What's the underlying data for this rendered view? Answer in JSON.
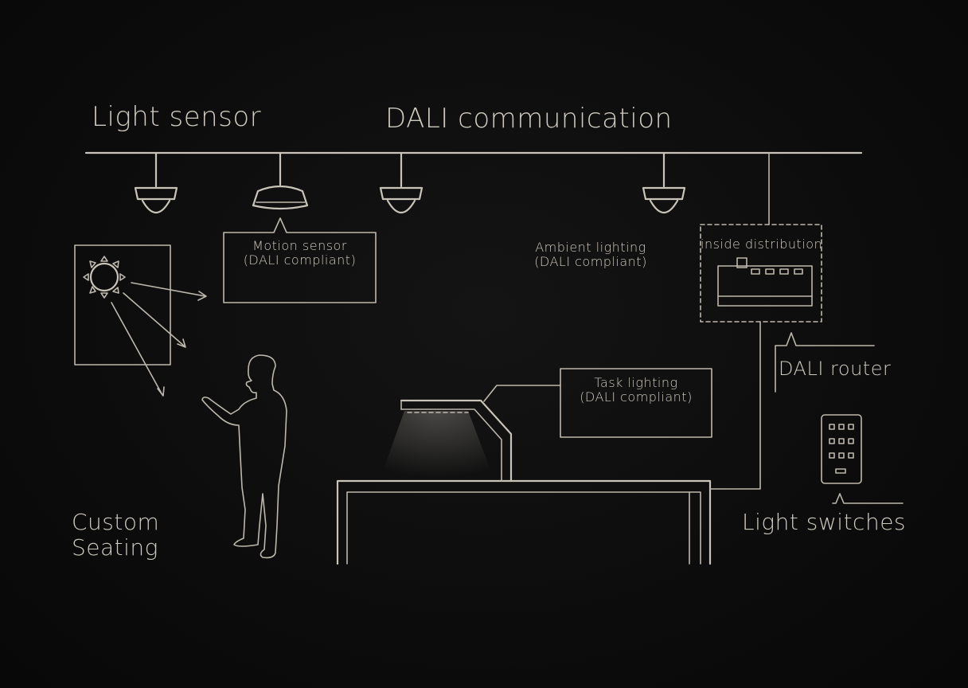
{
  "labels": {
    "light_sensor": "Light sensor",
    "dali_communication": "DALI communication",
    "motion_sensor": {
      "line1": "Motion sensor",
      "line2": "(DALI compliant)"
    },
    "ambient_lighting": {
      "line1": "Ambient lighting",
      "line2": "(DALI compliant)"
    },
    "inside_distribution": "inside distribution",
    "dali_router": "DALI router",
    "task_lighting": {
      "line1": "Task lighting",
      "line2": "(DALI compliant)"
    },
    "light_switches": "Light switches",
    "custom_seating": {
      "line1": "Custom",
      "line2": "Seating"
    }
  },
  "icons": [
    "dali-bus-line",
    "ceiling-light-icon",
    "motion-sensor-icon",
    "sun-icon",
    "window-frame",
    "person-icon",
    "desk-lamp-icon",
    "desk-icon",
    "dali-router-device-icon",
    "light-switch-panel-icon"
  ],
  "colors": {
    "background": "#0b0b0b",
    "chalk": "#c9c4b9"
  }
}
